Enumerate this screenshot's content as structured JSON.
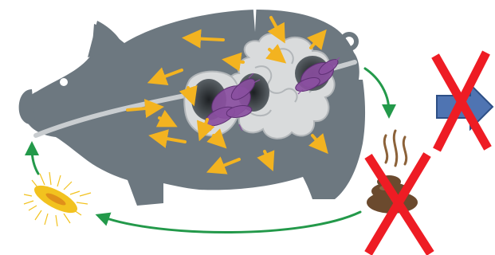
{
  "diagram": {
    "colors": {
      "pig_body": "#6d7880",
      "pig_eye": "#ffffff",
      "intestine_fill": "#d9dbdc",
      "intestine_outline": "#b2b6b9",
      "lesion_fill": "#3a3f44",
      "bacteria": "#8a4fa0",
      "flow_arrows": "#f3b320",
      "shedding_line": "#c9cdd0",
      "cycle_arrows": "#23994a",
      "bacterium_outside": "#f2c21f",
      "feces": "#6b4a2e",
      "smell_lines": "#8c6239",
      "cross_marks": "#ee1c24",
      "block_arrow_fill": "#4f74b2",
      "block_arrow_stroke": "#2d4f86"
    },
    "elements": [
      {
        "name": "pig-silhouette",
        "kind": "illustration"
      },
      {
        "name": "intestine",
        "kind": "illustration"
      },
      {
        "name": "infected-lesions",
        "kind": "illustration"
      },
      {
        "name": "bacteria-clusters",
        "kind": "illustration"
      },
      {
        "name": "internal-flow-arrows",
        "kind": "arrows"
      },
      {
        "name": "shedding-path",
        "kind": "line"
      },
      {
        "name": "transmission-cycle-arrows",
        "kind": "arrows"
      },
      {
        "name": "free-bacterium",
        "kind": "illustration"
      },
      {
        "name": "feces-pile",
        "kind": "illustration"
      },
      {
        "name": "red-cross-marks",
        "kind": "overlay"
      },
      {
        "name": "blue-block-arrow",
        "kind": "arrow"
      }
    ]
  }
}
